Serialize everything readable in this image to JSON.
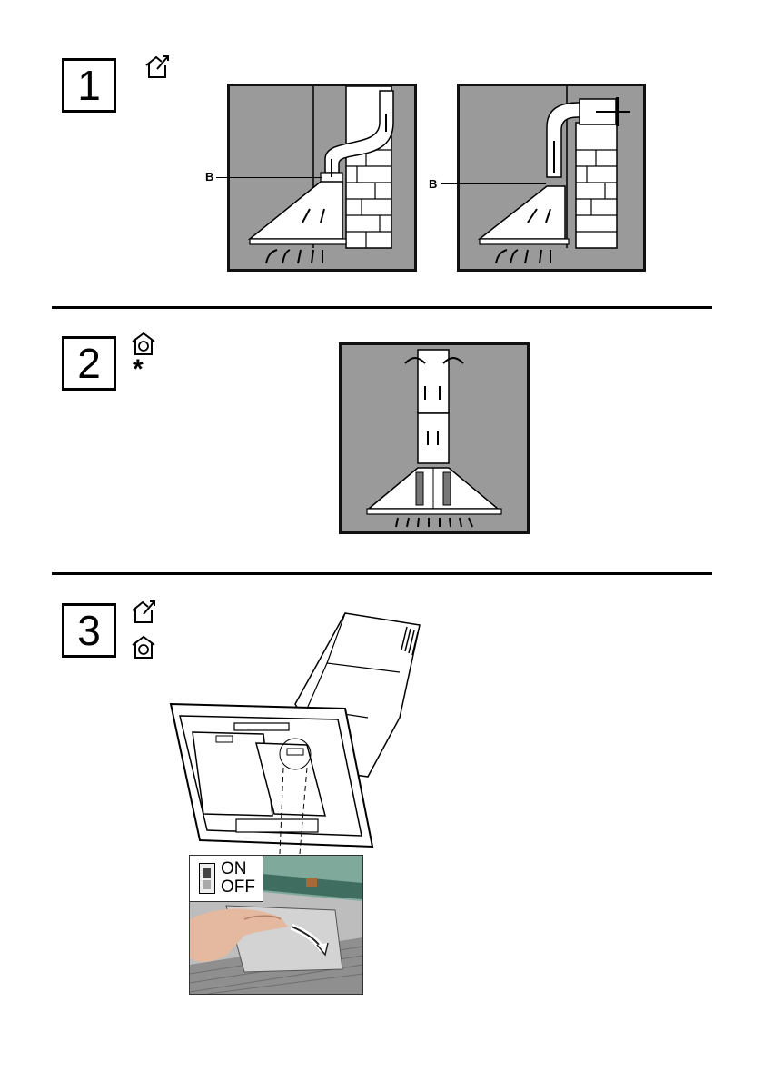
{
  "steps": [
    {
      "number": "1",
      "icons": [
        "house-exhaust-icon"
      ]
    },
    {
      "number": "2",
      "icons": [
        "house-recirculation-icon",
        "asterisk-icon"
      ],
      "asterisk": "*"
    },
    {
      "number": "3",
      "icons": [
        "house-exhaust-icon",
        "house-recirculation-icon"
      ]
    }
  ],
  "section1": {
    "label_left": "B",
    "label_right": "B"
  },
  "section3": {
    "switch_on": "ON",
    "switch_off": "OFF"
  }
}
